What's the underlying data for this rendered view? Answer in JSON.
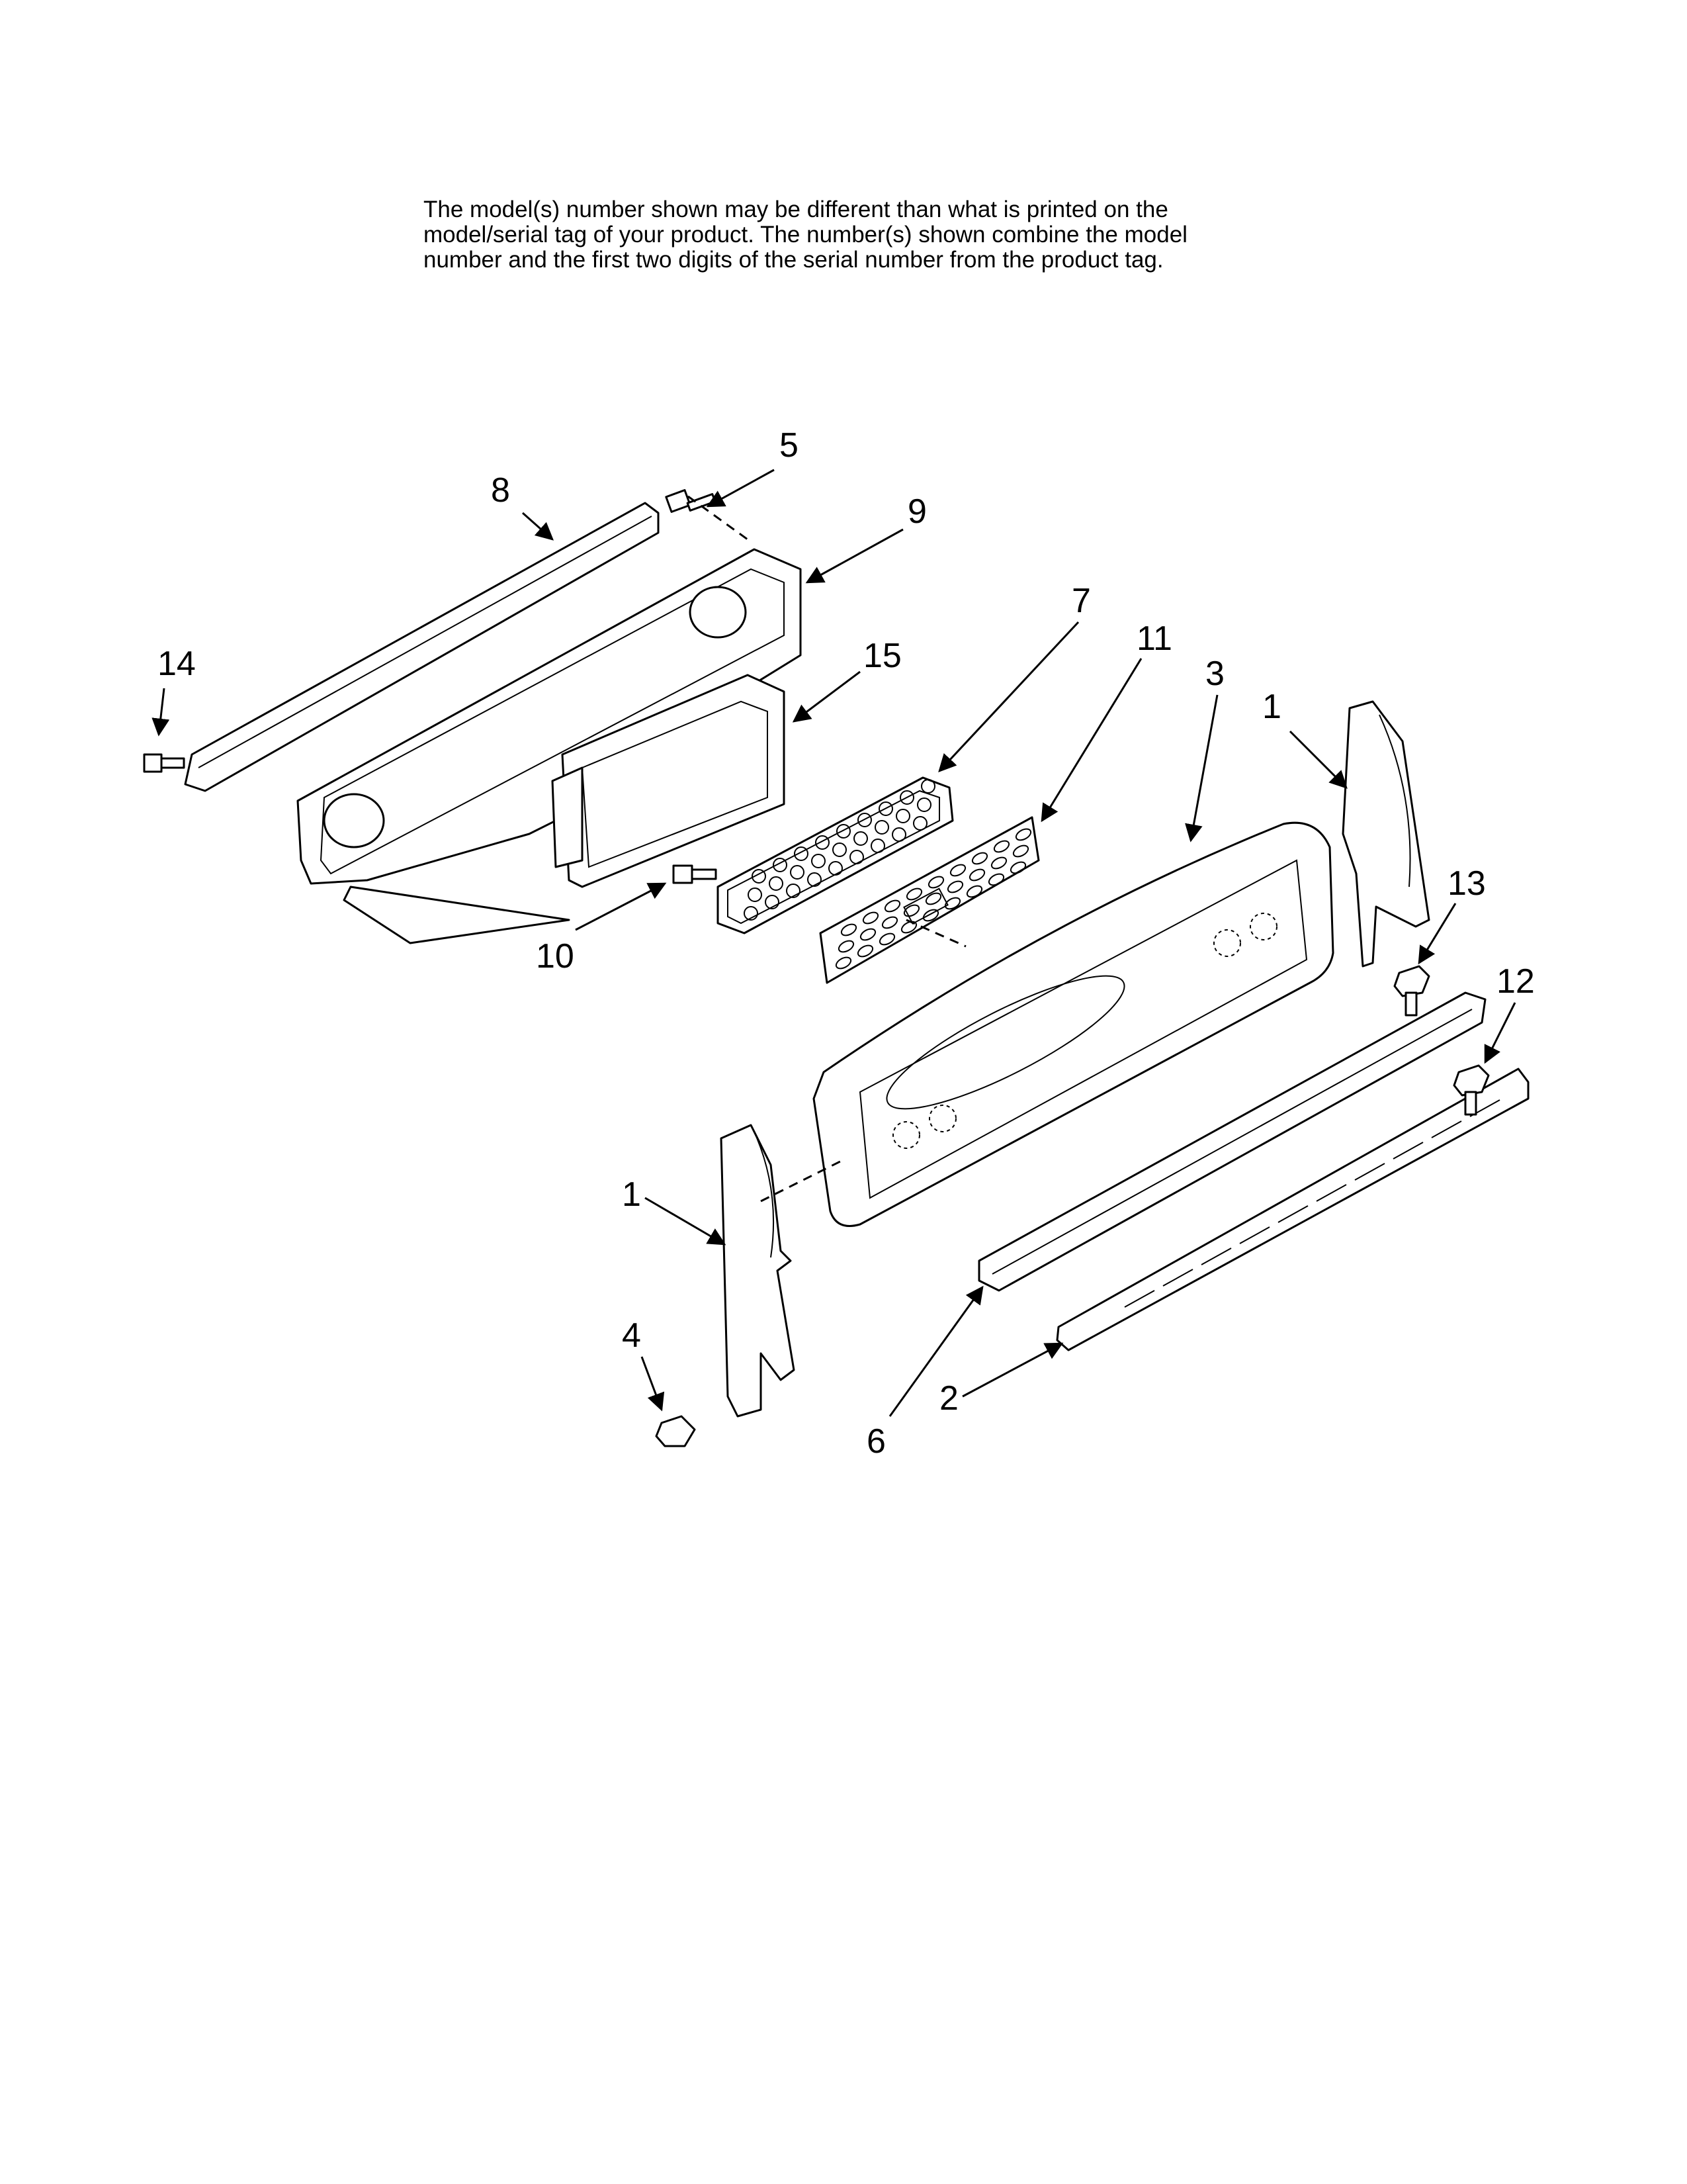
{
  "notice": {
    "lines": [
      "The model(s) number shown may be different than what is printed on the",
      "model/serial tag of your product. The number(s) shown combine the model",
      "number and the first two digits of the serial number from the product tag."
    ]
  },
  "callouts": {
    "c5": "5",
    "c8": "8",
    "c9": "9",
    "c14": "14",
    "c15": "15",
    "c7": "7",
    "c11": "11",
    "c3": "3",
    "c1_right": "1",
    "c13": "13",
    "c12": "12",
    "c10": "10",
    "c1_left": "1",
    "c4": "4",
    "c2": "2",
    "c6": "6"
  }
}
